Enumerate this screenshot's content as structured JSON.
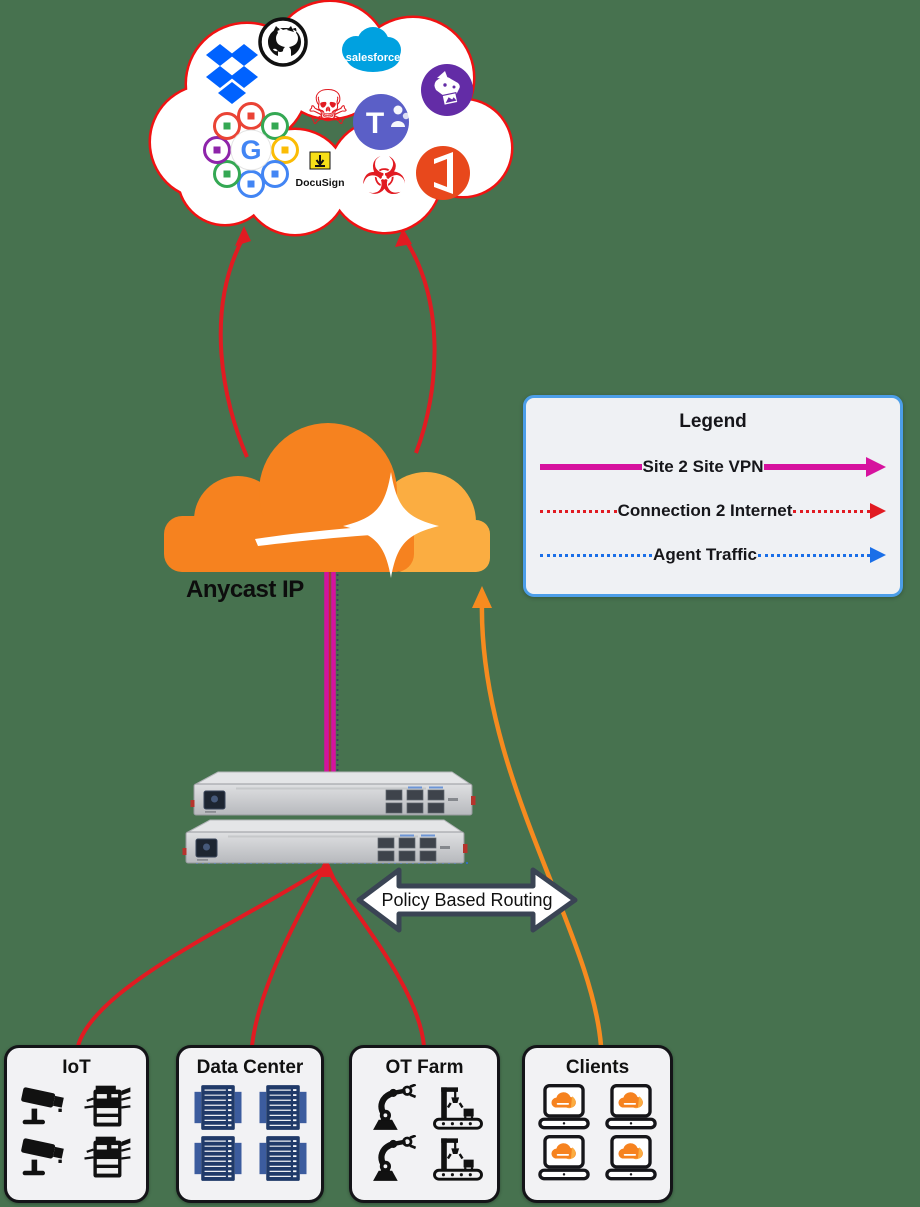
{
  "background_color": "#47724F",
  "saas_cloud": {
    "border_color": "#F01212",
    "icon_names": [
      "dropbox",
      "github",
      "salesforce",
      "datadog",
      "skull-crossbones-malware",
      "microsoft-teams",
      "google-workspace",
      "docusign",
      "biohazard-malware",
      "office-365"
    ],
    "salesforce_label": "salesforce",
    "docusign_label": "DocuSign",
    "teams_letter": "T",
    "google_letter": "G",
    "skull_glyph": "☠",
    "biohazard_glyph": "☣"
  },
  "cloudflare": {
    "label": "Anycast IP",
    "primary_color": "#F6821F",
    "light_color": "#FBAD41"
  },
  "legend": {
    "title": "Legend",
    "border_color": "#4C9EE8",
    "items": [
      {
        "label": "Site 2 Site VPN",
        "line_style": "solid",
        "color": "#D6129E"
      },
      {
        "label": "Connection 2 Internet",
        "line_style": "dotted",
        "color": "#E11B22"
      },
      {
        "label": "Agent Traffic",
        "line_style": "dotted",
        "color": "#1A6FE8"
      }
    ]
  },
  "policy_routing_label": "Policy Based Routing",
  "sites": [
    {
      "title": "IoT",
      "icons": [
        "cctv-camera",
        "copier",
        "cctv-camera",
        "copier"
      ]
    },
    {
      "title": "Data Center",
      "icons": [
        "server-rack",
        "server-rack",
        "server-rack",
        "server-rack"
      ]
    },
    {
      "title": "OT Farm",
      "icons": [
        "robot-arm",
        "conveyor-crane",
        "robot-arm",
        "conveyor-crane"
      ]
    },
    {
      "title": "Clients",
      "icons": [
        "cloudflare-laptop",
        "cloudflare-laptop",
        "cloudflare-laptop",
        "cloudflare-laptop"
      ]
    }
  ],
  "connections": [
    {
      "from": "cloudflare-cloud",
      "to": "saas-cloud",
      "type": "connection-2-internet",
      "color": "#E11B22",
      "count": 2
    },
    {
      "from": "cloudflare-cloud",
      "to": "gateways",
      "type": "site-2-site-vpn",
      "color": "#D6129E",
      "count": 2
    },
    {
      "from": "iot",
      "to": "gateways",
      "type": "connection-2-internet",
      "color": "#E11B22"
    },
    {
      "from": "data-center",
      "to": "gateways",
      "type": "connection-2-internet",
      "color": "#E11B22"
    },
    {
      "from": "ot-farm",
      "to": "gateways",
      "type": "connection-2-internet",
      "color": "#E11B22"
    },
    {
      "from": "clients",
      "to": "cloudflare-cloud",
      "type": "agent-traffic",
      "color": "#F68B1F"
    }
  ]
}
